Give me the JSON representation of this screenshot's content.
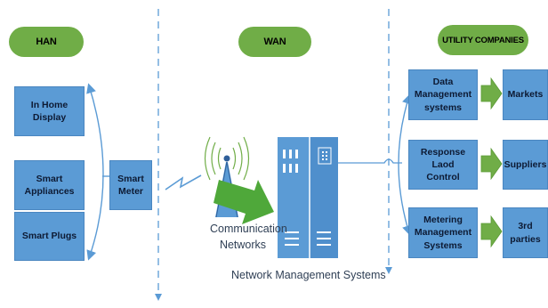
{
  "sections": {
    "han": "HAN",
    "wan": "WAN",
    "utility": "UTILITY COMPANIES"
  },
  "han_devices": [
    "In Home Display",
    "Smart Appliances",
    "Smart Plugs"
  ],
  "smart_meter": "Smart Meter",
  "communication_networks": "Communication Networks",
  "network_management_systems": "Network Management Systems",
  "utility_systems": [
    "Data Management systems",
    "Response Laod Control",
    "Metering Management Systems"
  ],
  "utility_targets": [
    "Markets",
    "Suppliers",
    "3rd parties"
  ],
  "colors": {
    "pill_green": "#70ad47",
    "box_blue": "#5b9bd5",
    "arrow_green": "#4fa83a",
    "line_blue": "#5b9bd5"
  }
}
